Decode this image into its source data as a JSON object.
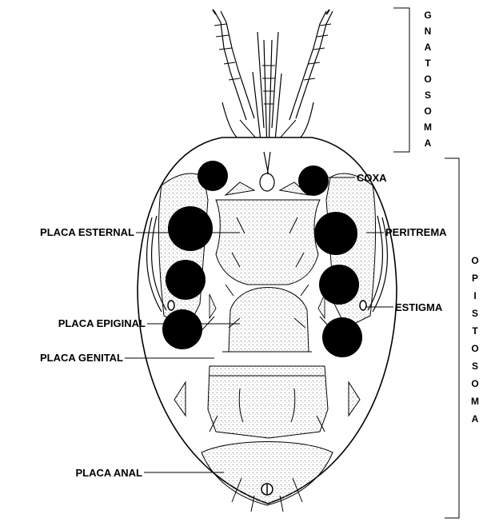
{
  "labels": {
    "coxa": "COXA",
    "placa_esternal": "PLACA ESTERNAL",
    "peritrema": "PERITREMA",
    "placa_epiginal": "PLACA EPIGINAL",
    "estigma": "ESTIGMA",
    "placa_genital": "PLACA GENITAL",
    "placa_anal": "PLACA ANAL"
  },
  "vertical_labels": {
    "gnatosoma": [
      "G",
      "N",
      "A",
      "T",
      "O",
      "S",
      "O",
      "M",
      "A"
    ],
    "opistosoma": [
      "O",
      "P",
      "I",
      "S",
      "T",
      "O",
      "S",
      "O",
      "M",
      "A"
    ]
  },
  "colors": {
    "ink": "#000000",
    "stipple": "#e4e4e4",
    "background": "#ffffff"
  }
}
